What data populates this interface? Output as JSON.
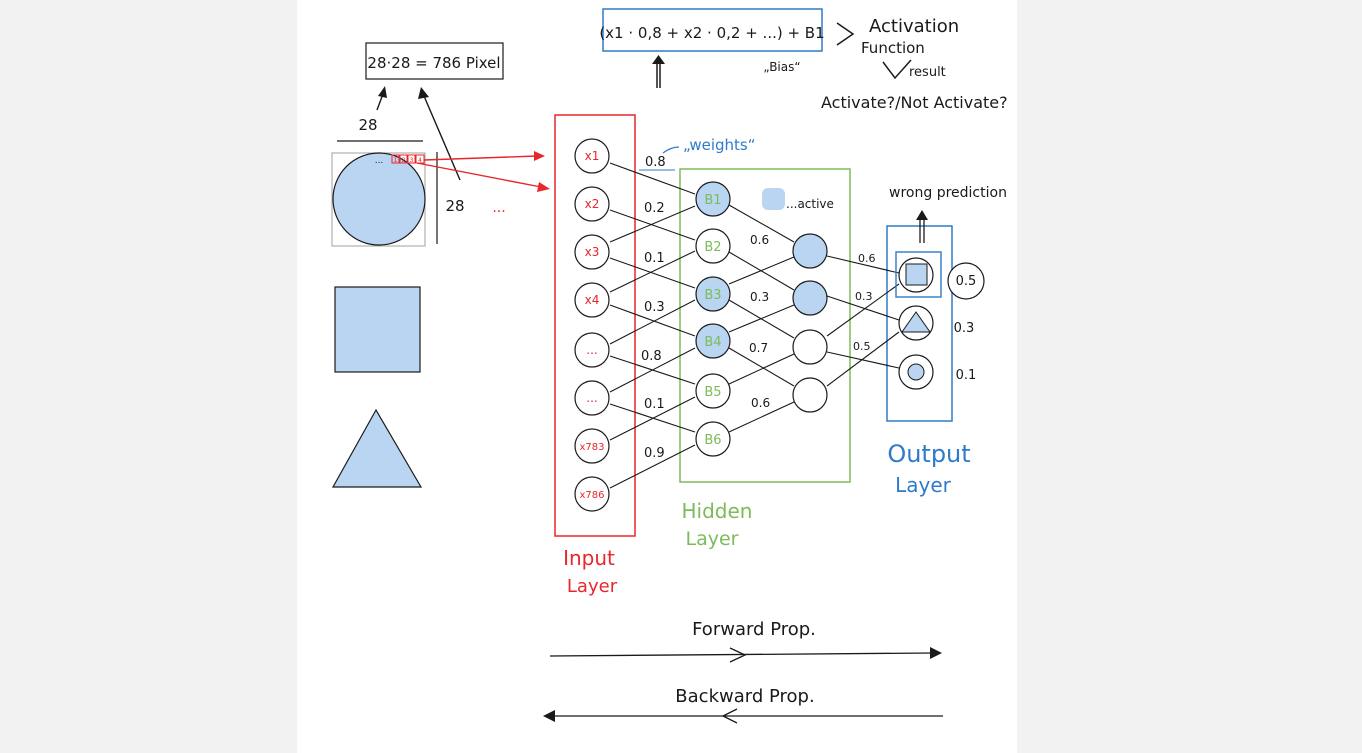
{
  "formula": {
    "sum": "(x1 · 0,8 + x2 · 0,2 + ...) + B1",
    "bias": "„Bias“"
  },
  "activation": {
    "title_line1": "Activation",
    "title_line2": "Function",
    "result": "result",
    "question": "Activate?/Not Activate?"
  },
  "pixels": {
    "equation": "28·28 = 786 Pixel",
    "width": "28",
    "height": "28",
    "dots": "...",
    "cells": [
      "...",
      "1",
      "2",
      "3",
      "4"
    ]
  },
  "weights_label": "„weights“",
  "active_label": "...active",
  "input_layer": {
    "label_line1": "Input",
    "label_line2": "Layer",
    "nodes": [
      "x1",
      "x2",
      "x3",
      "x4",
      "...",
      "...",
      "x783",
      "x786"
    ]
  },
  "hidden_layer": {
    "label_line1": "Hidden",
    "label_line2": "Layer",
    "nodes": [
      "B1",
      "B2",
      "B3",
      "B4",
      "B5",
      "B6"
    ],
    "weights": [
      "0.8",
      "0.2",
      "0.1",
      "0.3",
      "0.8",
      "0.1",
      "0.9"
    ],
    "weights2": [
      "0.6",
      "0.3",
      "0.7",
      "0.6"
    ]
  },
  "output_layer": {
    "label_line1": "Output",
    "label_line2": "Layer",
    "weights": [
      "0.6",
      "0.3",
      "0.5"
    ],
    "probabilities": [
      "0.5",
      "0.3",
      "0.1"
    ],
    "wrong_prediction": "wrong prediction"
  },
  "forward": "Forward Prop.",
  "backward": "Backward Prop.",
  "colors": {
    "red": "#e8262b",
    "green": "#7dbb5a",
    "blue": "#2f7bc9",
    "fill": "#b9d5f1",
    "ink": "#1a1a1a"
  }
}
